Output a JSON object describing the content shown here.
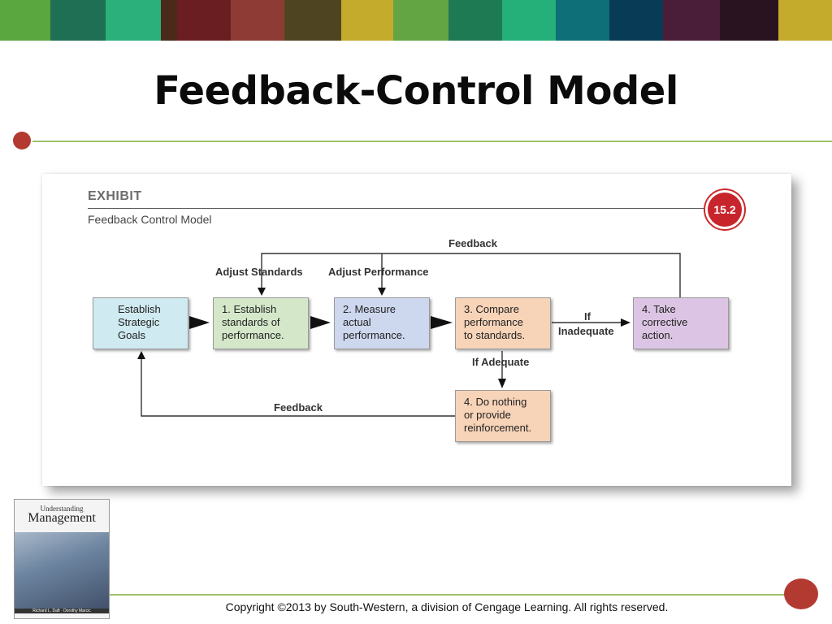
{
  "slide": {
    "title": "Feedback-Control Model",
    "copyright": "Copyright ©2013 by South-Western, a division of Cengage Learning. All rights reserved."
  },
  "colors": {
    "rule": "#9fc16a",
    "dot": "#b33a31",
    "strips": [
      "#5aa63f",
      "#1e6f53",
      "#2bb07c",
      "#4a2a1a",
      "#6b1e22",
      "#8e3b35",
      "#4f4421",
      "#c5ab2c",
      "#63a443",
      "#1e7a52",
      "#25b07a",
      "#0e6f78",
      "#083c56",
      "#4a1d38",
      "#2a1320",
      "#c5ab2c"
    ]
  },
  "exhibit": {
    "heading": "EXHIBIT",
    "subtitle": "Feedback Control Model",
    "number": "15.2"
  },
  "diagram": {
    "boxes": [
      {
        "text": "Establish\nStrategic\nGoals",
        "fill": "#cfeaf0"
      },
      {
        "text": "1. Establish\nstandards of\nperformance.",
        "fill": "#d4e8c9"
      },
      {
        "text": "2. Measure\nactual\nperformance.",
        "fill": "#cdd7ee"
      },
      {
        "text": "3. Compare\nperformance\nto standards.",
        "fill": "#f7d3b8"
      },
      {
        "text": "4. Take\ncorrective\naction.",
        "fill": "#dcc5e4"
      },
      {
        "text": "4. Do nothing\nor provide\nreinforcement.",
        "fill": "#f7d3b8"
      }
    ],
    "labels": {
      "feedback_top": "Feedback",
      "adjust_standards": "Adjust Standards",
      "adjust_performance": "Adjust Performance",
      "if": "If",
      "inadequate": "Inadequate",
      "if_adequate": "If Adequate",
      "feedback_bottom": "Feedback"
    }
  },
  "book": {
    "title_small": "Understanding",
    "title_large": "Management",
    "authors": "Richard L. Daft · Dorothy Marcic"
  }
}
